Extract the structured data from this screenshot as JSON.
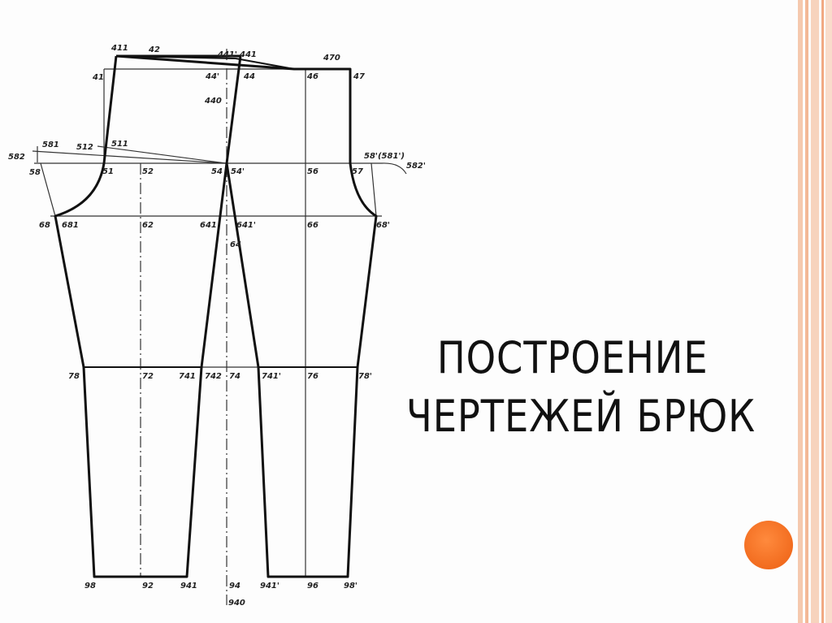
{
  "slide": {
    "title_line1": "ПОСТРОЕНИЕ",
    "title_line2": "ЧЕРТЕЖЕЙ БРЮК",
    "accent_color": "#f0661b",
    "stripe_color": "#f5c2a4"
  },
  "drawing": {
    "labels": {
      "p411": "411",
      "p42": "42",
      "p441p": "441'",
      "p441": "441",
      "p470": "470",
      "p41": "41",
      "p44p": "44'",
      "p44": "44",
      "p46top": "46",
      "p47": "47",
      "p440": "440",
      "p581": "581",
      "p512": "512",
      "p511": "511",
      "p582": "582",
      "p58p581p": "58'(581')",
      "p582p": "582'",
      "p58": "58",
      "p51": "51",
      "p52": "52",
      "p54": "54",
      "p54p": "54'",
      "p56": "56",
      "p57": "57",
      "p68": "68",
      "p681": "681",
      "p62": "62",
      "p641": "641",
      "p641p": "641'",
      "p64": "64",
      "p66": "66",
      "p68p": "68'",
      "p78": "78",
      "p72": "72",
      "p741": "741",
      "p742": "742",
      "p74": "74",
      "p741p": "741'",
      "p76": "76",
      "p78p": "78'",
      "p98": "98",
      "p92": "92",
      "p941": "941",
      "p94": "94",
      "p941p": "941'",
      "p96": "96",
      "p98p": "98'",
      "p940": "940"
    }
  }
}
